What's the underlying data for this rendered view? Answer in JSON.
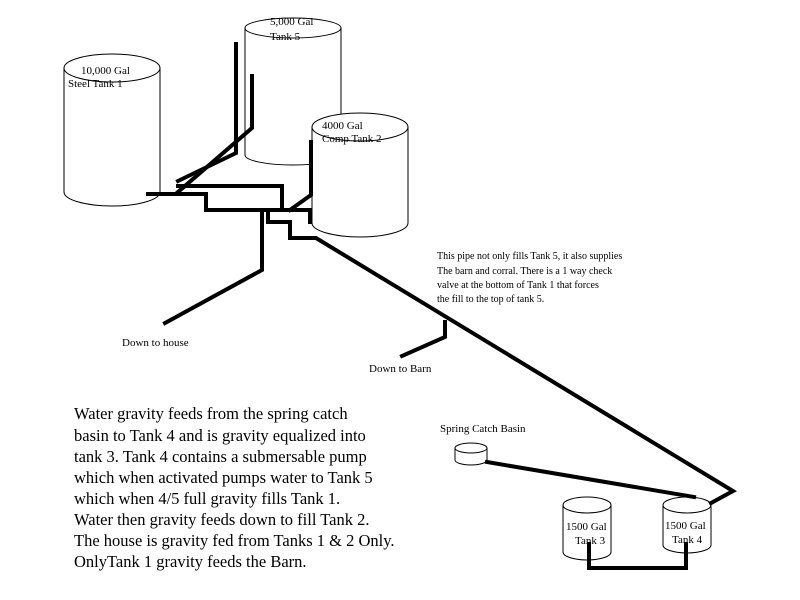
{
  "tanks": {
    "tank1": {
      "capacity": "10,000 Gal",
      "name": "Steel Tank 1"
    },
    "tank5": {
      "capacity": "5,000 Gal",
      "name": "Tank 5"
    },
    "tank2": {
      "capacity": "4000 Gal",
      "name": "Comp Tank 2"
    },
    "tank3": {
      "capacity": "1500 Gal",
      "name": "Tank 3"
    },
    "tank4": {
      "capacity": "1500 Gal",
      "name": "Tank 4"
    }
  },
  "labels": {
    "down_to_house": "Down to house",
    "down_to_barn": "Down to Barn",
    "spring_catch_basin": "Spring Catch Basin"
  },
  "pipe_note": [
    "This pipe not only fills Tank 5, it also supplies",
    "The barn and corral. There is a 1 way check",
    "valve at the bottom of Tank 1 that forces",
    "the fill to the top of tank 5."
  ],
  "description": [
    "Water gravity feeds from the spring catch",
    "basin to Tank 4 and is gravity equalized into",
    "tank 3. Tank 4 contains a submersable pump",
    "which when activated pumps water to Tank 5",
    "which when 4/5 full  gravity fills Tank 1.",
    "Water then gravity feeds down to fill Tank 2.",
    "The house is gravity fed from Tanks 1 & 2 Only.",
    "OnlyTank 1 gravity feeds the Barn."
  ]
}
